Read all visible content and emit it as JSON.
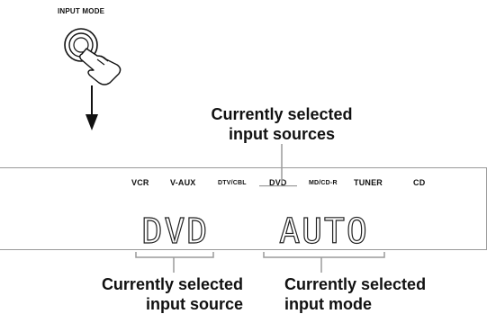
{
  "button": {
    "label": "INPUT MODE"
  },
  "callouts": {
    "top": [
      "Currently selected",
      "input sources"
    ],
    "bottom_left": [
      "Currently selected",
      "input source"
    ],
    "bottom_right": [
      "Currently selected",
      "input mode"
    ]
  },
  "sources": {
    "vcr": "VCR",
    "vaux": "V-AUX",
    "dtvcbl": "DTV/CBL",
    "dvd": "DVD",
    "mdcdr": "MD/CD-R",
    "tuner": "TUNER",
    "cd": "CD"
  },
  "display": {
    "source": "DVD",
    "mode": "AUTO"
  },
  "colors": {
    "ink": "#111111",
    "callout_line": "#9a9a9a",
    "display_text": "#222222",
    "panel_border": "#9a9a9a"
  }
}
